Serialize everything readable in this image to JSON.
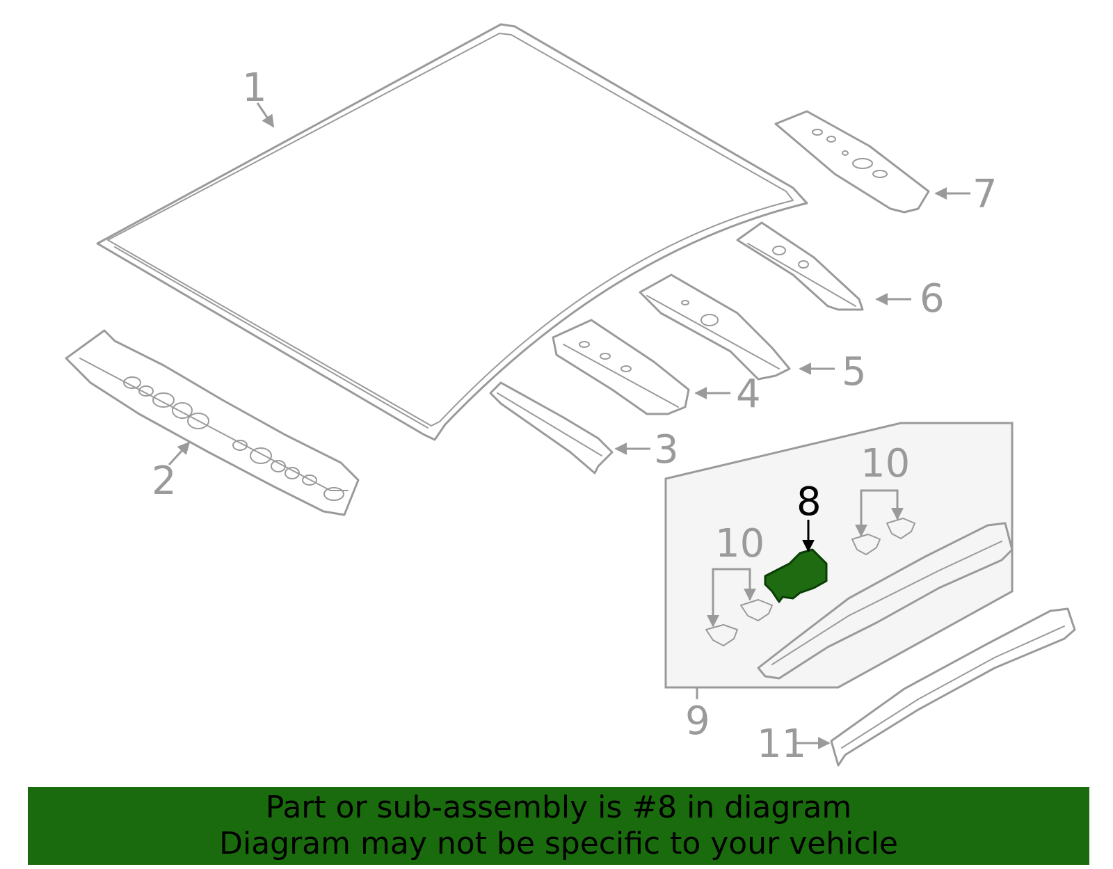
{
  "colors": {
    "line_gray": "#9a9a9a",
    "highlight_part": "#1e6b12",
    "banner_bg": "#1a6b0d",
    "banner_text": "#000000",
    "sub_assembly_bg": "#f5f5f5"
  },
  "callouts": {
    "c1": "1",
    "c2": "2",
    "c3": "3",
    "c4": "4",
    "c5": "5",
    "c6": "6",
    "c7": "7",
    "c8": "8",
    "c9": "9",
    "c10a": "10",
    "c10b": "10",
    "c11": "11"
  },
  "highlighted_callout": "8",
  "banner": {
    "line1": "Part or sub-assembly is #8 in diagram",
    "line2": "Diagram may not be specific to your vehicle"
  }
}
